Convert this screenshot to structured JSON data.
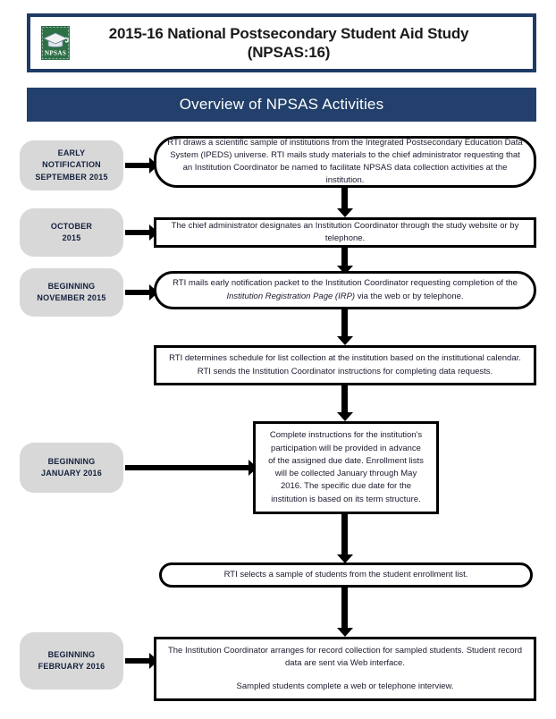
{
  "header": {
    "title_line1": "2015-16 National Postsecondary Student Aid Study",
    "title_line2": "(NPSAS:16)",
    "logo_text": "NPSAS",
    "banner_title": "Overview of NPSAS Activities",
    "colors": {
      "navy": "#22406b",
      "logo_green": "#2d7046",
      "pill_gray": "#d8d8d8"
    }
  },
  "flow": {
    "labels": [
      {
        "id": "early-notification",
        "text": "EARLY\nNOTIFICATION\nSEPTEMBER 2015"
      },
      {
        "id": "october-2015",
        "text": "OCTOBER\n2015"
      },
      {
        "id": "november-2015",
        "text": "BEGINNING\nNOVEMBER 2015"
      },
      {
        "id": "january-2016",
        "text": "BEGINNING\nJANUARY 2016"
      },
      {
        "id": "february-2016",
        "text": "BEGINNING\nFEBRUARY 2016"
      }
    ],
    "steps": [
      {
        "id": "step-1",
        "shape": "rounded",
        "text": "RTI draws a scientific sample of institutions from the Integrated Postsecondary Education Data System (IPEDS) universe. RTI mails study materials to the chief administrator requesting that an Institution Coordinator be named to facilitate NPSAS data collection activities at the institution."
      },
      {
        "id": "step-2",
        "shape": "rect",
        "text": "The chief administrator designates an Institution Coordinator through the study website or by telephone."
      },
      {
        "id": "step-3",
        "shape": "rounded",
        "text_before": "RTI mails early notification packet to the Institution Coordinator requesting completion of the ",
        "text_italic": "Institution Registration Page (IRP)",
        "text_after": " via the web or by telephone."
      },
      {
        "id": "step-4",
        "shape": "rect",
        "text": "RTI determines schedule for list collection at the institution based on the institutional calendar. RTI sends the Institution Coordinator instructions for completing data requests."
      },
      {
        "id": "step-5",
        "shape": "rect",
        "text": "Complete instructions for the institution's participation will be provided in advance of the assigned due date. Enrollment lists will be collected January through May 2016. The specific due date for the institution is based on its term structure."
      },
      {
        "id": "step-6",
        "shape": "rounded",
        "text": "RTI selects a sample of students from the student enrollment list."
      },
      {
        "id": "step-7",
        "shape": "rect",
        "paragraph_1": "The Institution Coordinator arranges for record collection for sampled students. Student record data are sent via Web interface.",
        "paragraph_2": "Sampled students complete a web or telephone interview."
      }
    ]
  }
}
